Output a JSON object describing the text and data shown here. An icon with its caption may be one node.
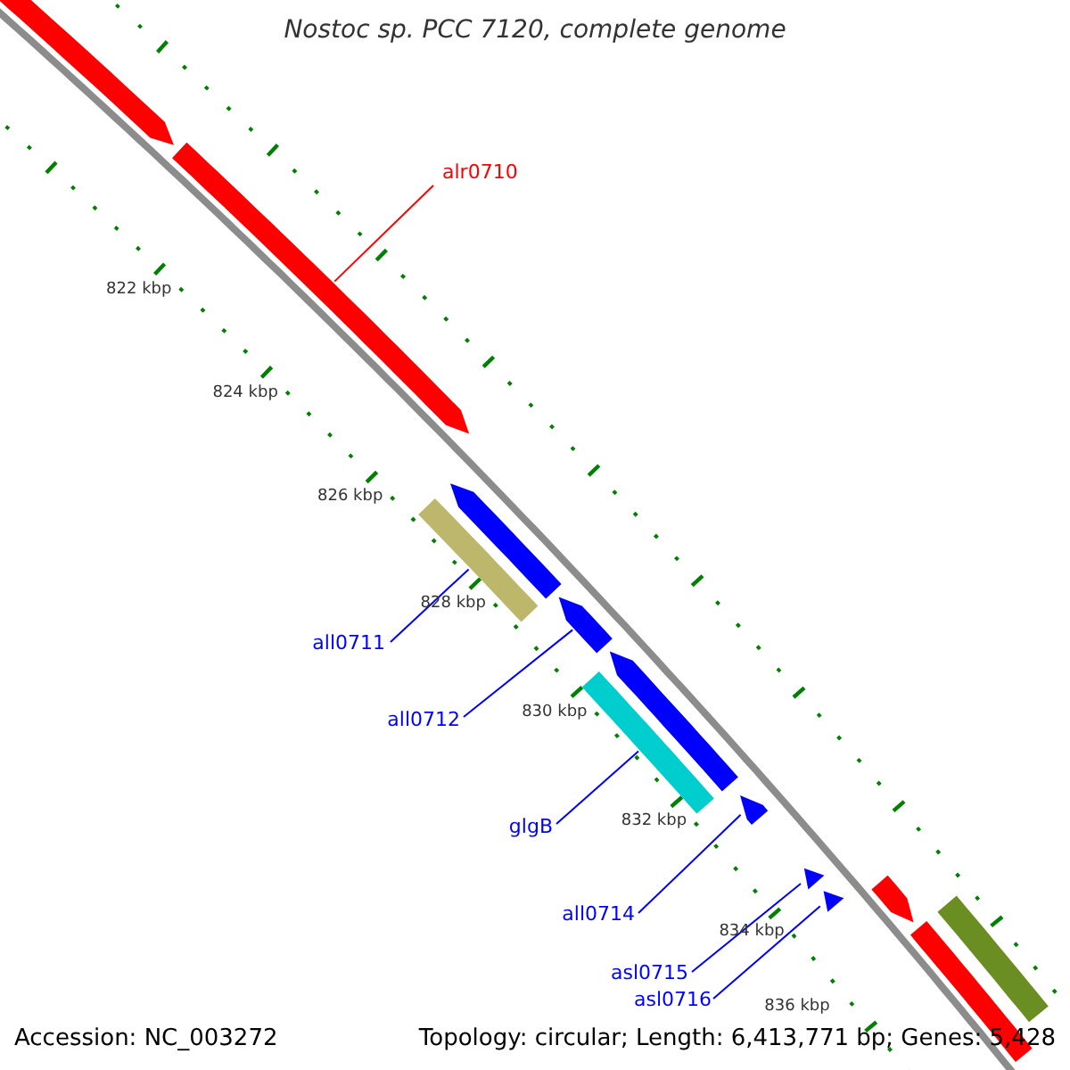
{
  "diagram": {
    "title": "Nostoc sp. PCC 7120, complete genome",
    "nodes": [
      {
        "text": [
          "alr0710"
        ]
      },
      {
        "text": [],
        "shape": "arrow"
      },
      {
        "text": [
          "all0711"
        ]
      },
      {
        "text": [],
        "shape": "bar"
      },
      {
        "text": [
          "all0712"
        ]
      },
      {
        "text": [],
        "shape": "arrow"
      },
      {
        "text": [
          "glgB"
        ]
      },
      {
        "text": [],
        "shape": "bar"
      },
      {
        "text": [
          "all0714"
        ]
      },
      {
        "text": [],
        "shape": "arrow"
      },
      {
        "text": [
          "asl0715"
        ]
      },
      {
        "text": [],
        "shape": "arrow"
      },
      {
        "text": [
          "asl0716"
        ]
      },
      {
        "text": [],
        "shape": "arrow"
      },
      {
        "text": [],
        "shape": "arrow"
      },
      {
        "text": [],
        "shape": "arrow"
      },
      {
        "text": [],
        "shape": "arrow"
      },
      {
        "text": [],
        "shape": "arrow"
      },
      {
        "text": [],
        "shape": "bar"
      },
      {
        "text": [],
        "shape": "bar"
      }
    ],
    "edges": [
      {
        "from": 0,
        "to": 1,
        "arrow": "none",
        "color": "#ff0000"
      },
      {
        "from": 2,
        "to": 3,
        "arrow": "none"
      },
      {
        "from": 4,
        "to": 5,
        "arrow": "none"
      },
      {
        "from": 6,
        "to": 7,
        "arrow": "none"
      },
      {
        "from": 8,
        "to": 9,
        "arrow": "none"
      },
      {
        "from": 10,
        "to": 11,
        "arrow": "none"
      },
      {
        "from": 12,
        "to": 13,
        "arrow": "none"
      }
    ],
    "labels": [
      "822 kbp",
      "824 kbp",
      "826 kbp",
      "828 kbp",
      "830 kbp",
      "832 kbp",
      "834 kbp",
      "836 kbp",
      "Accession: NC_003272",
      "Topology: circular; Length: 6,413,771 bp; Genes: 5,428"
    ]
  }
}
